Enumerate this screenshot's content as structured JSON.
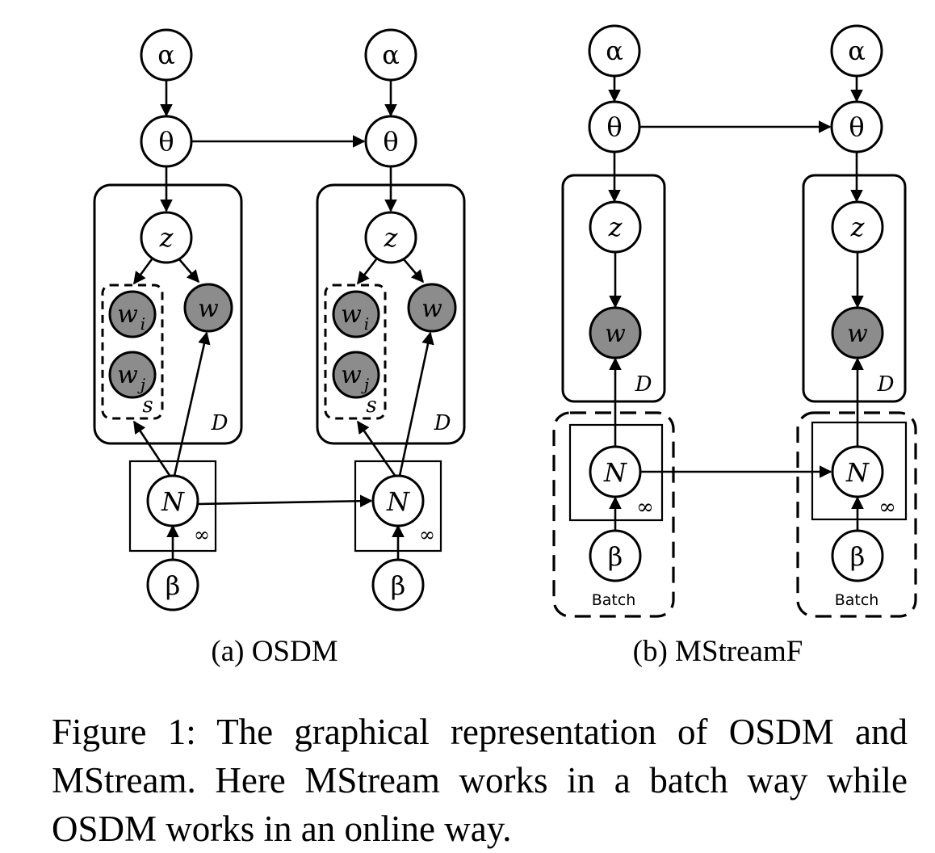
{
  "diagram": {
    "panel_a": {
      "caption": "(a) OSDM",
      "nodes": {
        "alpha": "α",
        "theta": "θ",
        "z": "z",
        "wi": "w",
        "wi_sub": "i",
        "wj": "w",
        "wj_sub": "j",
        "w": "w",
        "n": "N",
        "beta": "β"
      },
      "plates": {
        "doc": "D",
        "pair": "s",
        "infinite": "∞"
      }
    },
    "panel_b": {
      "caption": "(b) MStreamF",
      "nodes": {
        "alpha": "α",
        "theta": "θ",
        "z": "z",
        "w": "w",
        "n": "N",
        "beta": "β"
      },
      "plates": {
        "doc": "D",
        "infinite": "∞",
        "batch": "Batch"
      }
    }
  },
  "caption": "Figure 1: The graphical representation of OSDM and MStream. Here MStream works in a batch way while OSDM works in an online way.",
  "colors": {
    "observed_node": "#8c8c8c",
    "stroke": "#000000"
  }
}
